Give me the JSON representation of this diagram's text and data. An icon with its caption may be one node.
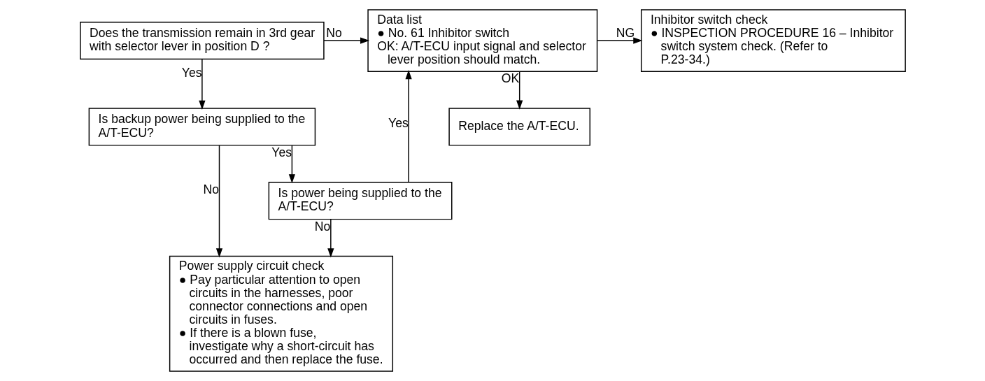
{
  "diagram": {
    "nodes": [
      {
        "text": [
          "Does the transmission remain in 3rd gear with selector lever in position D ?"
        ]
      },
      {
        "text": [
          "Is backup power being supplied to the A/T-ECU?"
        ]
      },
      {
        "text": [
          "Is power being supplied to the A/T-ECU?"
        ]
      },
      {
        "text": [
          "Power supply circuit check",
          "● Pay particular attention to open circuits in the harnesses, poor connector connections and open circuits in fuses.",
          "● If there is a blown fuse, investigate why a short-circuit has occurred and then replace the fuse."
        ]
      },
      {
        "text": [
          "Data list",
          "● No. 61 Inhibitor switch",
          "OK: A/T-ECU input signal and selector lever position should match."
        ]
      },
      {
        "text": [
          "Replace the A/T-ECU."
        ]
      },
      {
        "text": [
          "Inhibitor switch check",
          "● INSPECTION PROCEDURE 16 – Inhibitor switch system check. (Refer to P.23-34.)"
        ]
      }
    ],
    "edges": [
      {
        "from": 0,
        "to": 4,
        "arrow": "to",
        "label": "No"
      },
      {
        "from": 0,
        "to": 1,
        "arrow": "to",
        "label": "Yes"
      },
      {
        "from": 1,
        "to": 3,
        "arrow": "to",
        "label": "No"
      },
      {
        "from": 1,
        "to": 2,
        "arrow": "to",
        "label": "Yes"
      },
      {
        "from": 2,
        "to": 4,
        "arrow": "to",
        "label": "Yes"
      },
      {
        "from": 2,
        "to": 3,
        "arrow": "to",
        "label": "No"
      },
      {
        "from": 4,
        "to": 6,
        "arrow": "to",
        "label": "NG"
      },
      {
        "from": 4,
        "to": 5,
        "arrow": "to",
        "label": "OK"
      }
    ]
  }
}
